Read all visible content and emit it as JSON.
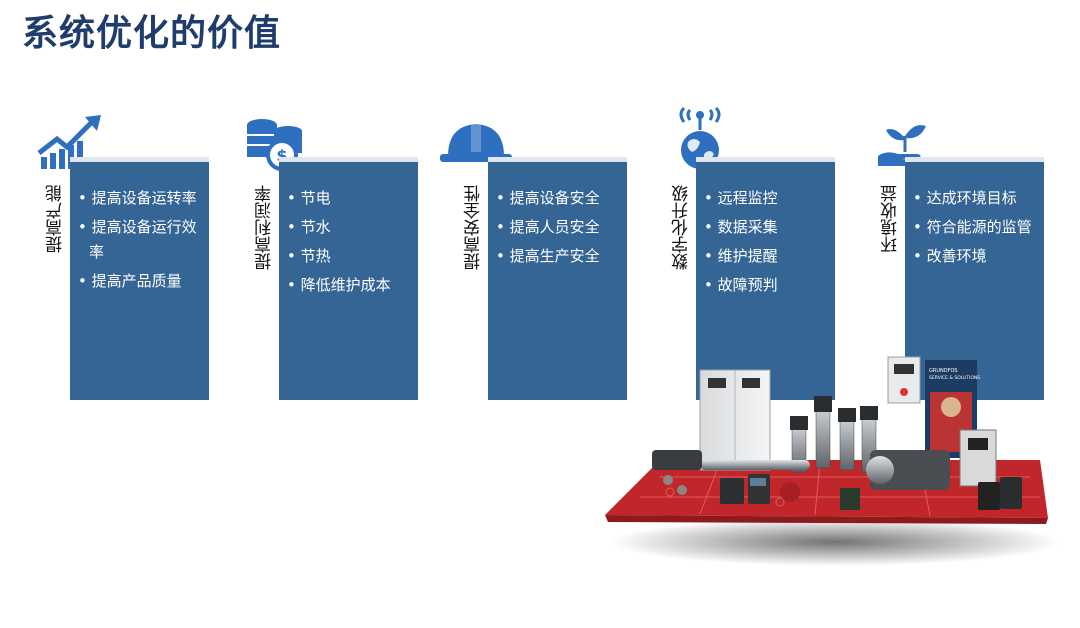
{
  "title": "系统优化的价值",
  "cards": [
    {
      "label": "提高产能",
      "icon": "growth-chart-icon",
      "items": [
        "提高设备运转率",
        "提高设备运行效率",
        "提高产品质量"
      ]
    },
    {
      "label": "提高利润率",
      "icon": "coins-icon",
      "items": [
        "节电",
        "节水",
        "节热",
        "降低维护成本"
      ]
    },
    {
      "label": "提高安全性",
      "icon": "hard-hat-icon",
      "items": [
        "提高设备安全",
        "提高人员安全",
        "提高生产安全"
      ]
    },
    {
      "label": "数字化升级",
      "icon": "globe-signal-icon",
      "items": [
        "远程监控",
        "数据采集",
        "维护提醒",
        "故障预判"
      ]
    },
    {
      "label": "环境收益",
      "icon": "plant-hand-icon",
      "items": [
        "达成环境目标",
        "符合能源的监管",
        "改善环境"
      ]
    }
  ],
  "brochure": {
    "line1": "GRUNDFOS",
    "line2": "SERVICE & SOLUTIONS"
  },
  "colors": {
    "title": "#1f3c6c",
    "card": "#356594",
    "icon": "#2f6fbf",
    "platform": "#d22b2b"
  }
}
